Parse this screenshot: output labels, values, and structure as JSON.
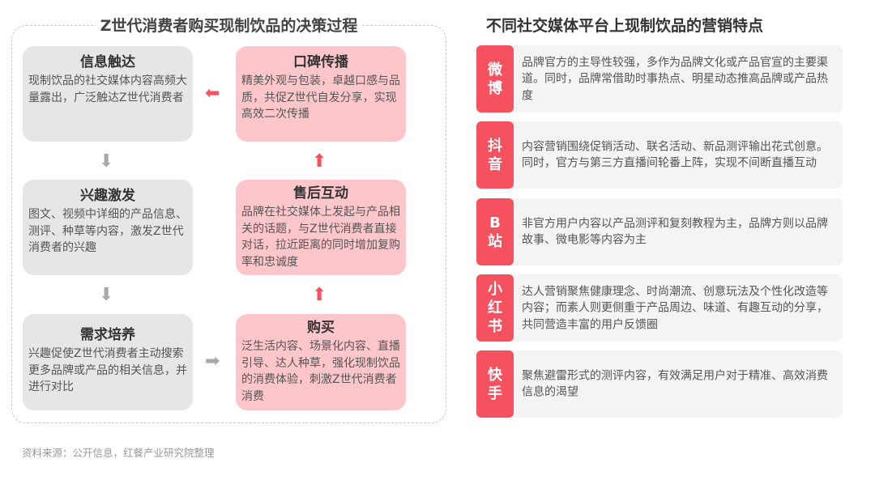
{
  "left": {
    "title": "Z世代消费者购买现制饮品的决策过程",
    "steps": [
      {
        "title": "信息触达",
        "text": "现制饮品的社交媒体内容高频大量露出，广泛触达Z世代消费者"
      },
      {
        "title": "兴趣激发",
        "text": "图文、视频中详细的产品信息、测评、种草等内容，激发Z世代消费者的兴趣"
      },
      {
        "title": "需求培养",
        "text": "兴趣促使Z世代消费者主动搜索更多品牌或产品的相关信息，并进行对比"
      },
      {
        "title": "购买",
        "text": "泛生活内容、场景化内容、直播引导、达人种草，强化现制饮品的消费体验，刺激Z世代消费者消费"
      },
      {
        "title": "售后互动",
        "text": "品牌在社交媒体上发起与产品相关的话题，与Z世代消费者直接对话，拉近距离的同时增加复购率和忠诚度"
      },
      {
        "title": "口碑传播",
        "text": "精美外观与包装，卓越口感与品质，共促Z世代自发分享，实现高效二次传播"
      }
    ],
    "colors": {
      "gray": "#e6e6e6",
      "pink": "#fdc6cb",
      "accent": "#f5515f"
    }
  },
  "right": {
    "title": "不同社交媒体平台上现制饮品的营销特点",
    "platforms": [
      {
        "name": "微博",
        "text": "品牌官方的主导性较强，多作为品牌文化或产品官宣的主要渠道。同时，品牌常借助时事热点、明星动态推高品牌或产品热度"
      },
      {
        "name": "抖音",
        "text": "内容营销围绕促销活动、联名活动、新品测评输出花式创意。同时，官方与第三方直播间轮番上阵，实现不间断直播互动"
      },
      {
        "name": "B站",
        "text": "非官方用户内容以产品测评和复刻教程为主，品牌方则以品牌故事、微电影等内容为主"
      },
      {
        "name": "小红书",
        "text": "达人营销聚焦健康理念、时尚潮流、创意玩法及个性化改造等内容；而素人则更侧重于产品周边、味道、有趣互动的分享，共同营造丰富的用户反馈圈"
      },
      {
        "name": "快手",
        "text": "聚焦避雷形式的测评内容，有效满足用户对于精准、高效消费信息的渴望"
      }
    ]
  },
  "source": "资料来源：公开信息，红餐产业研究院整理",
  "watermark": "红餐产业研究院"
}
